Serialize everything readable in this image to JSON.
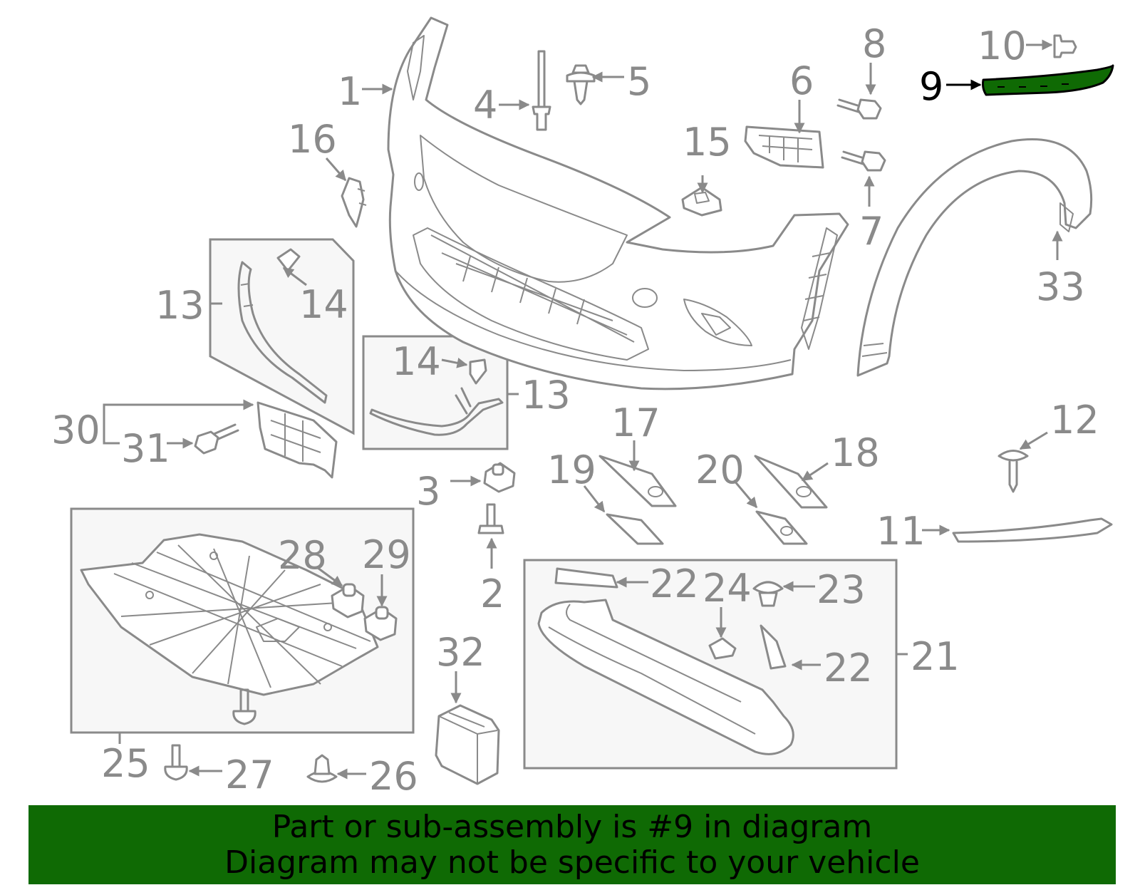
{
  "callouts": {
    "c1": "1",
    "c2": "2",
    "c3": "3",
    "c4": "4",
    "c5": "5",
    "c6": "6",
    "c7": "7",
    "c8": "8",
    "c9": "9",
    "c10": "10",
    "c11": "11",
    "c12": "12",
    "c13a": "13",
    "c13b": "13",
    "c14a": "14",
    "c14b": "14",
    "c15": "15",
    "c16": "16",
    "c17": "17",
    "c18": "18",
    "c19": "19",
    "c20": "20",
    "c21": "21",
    "c22a": "22",
    "c22b": "22",
    "c23": "23",
    "c24": "24",
    "c25": "25",
    "c26": "26",
    "c27": "27",
    "c28": "28",
    "c29": "29",
    "c30": "30",
    "c31": "31",
    "c32": "32",
    "c33": "33"
  },
  "banner": {
    "line1": "Part or sub-assembly is #9 in diagram",
    "line2": "Diagram may not be specific to your vehicle"
  },
  "colors": {
    "highlight": "#0f6a04",
    "part_stroke": "#8a8a8a",
    "box_fill": "#f7f7f7"
  }
}
